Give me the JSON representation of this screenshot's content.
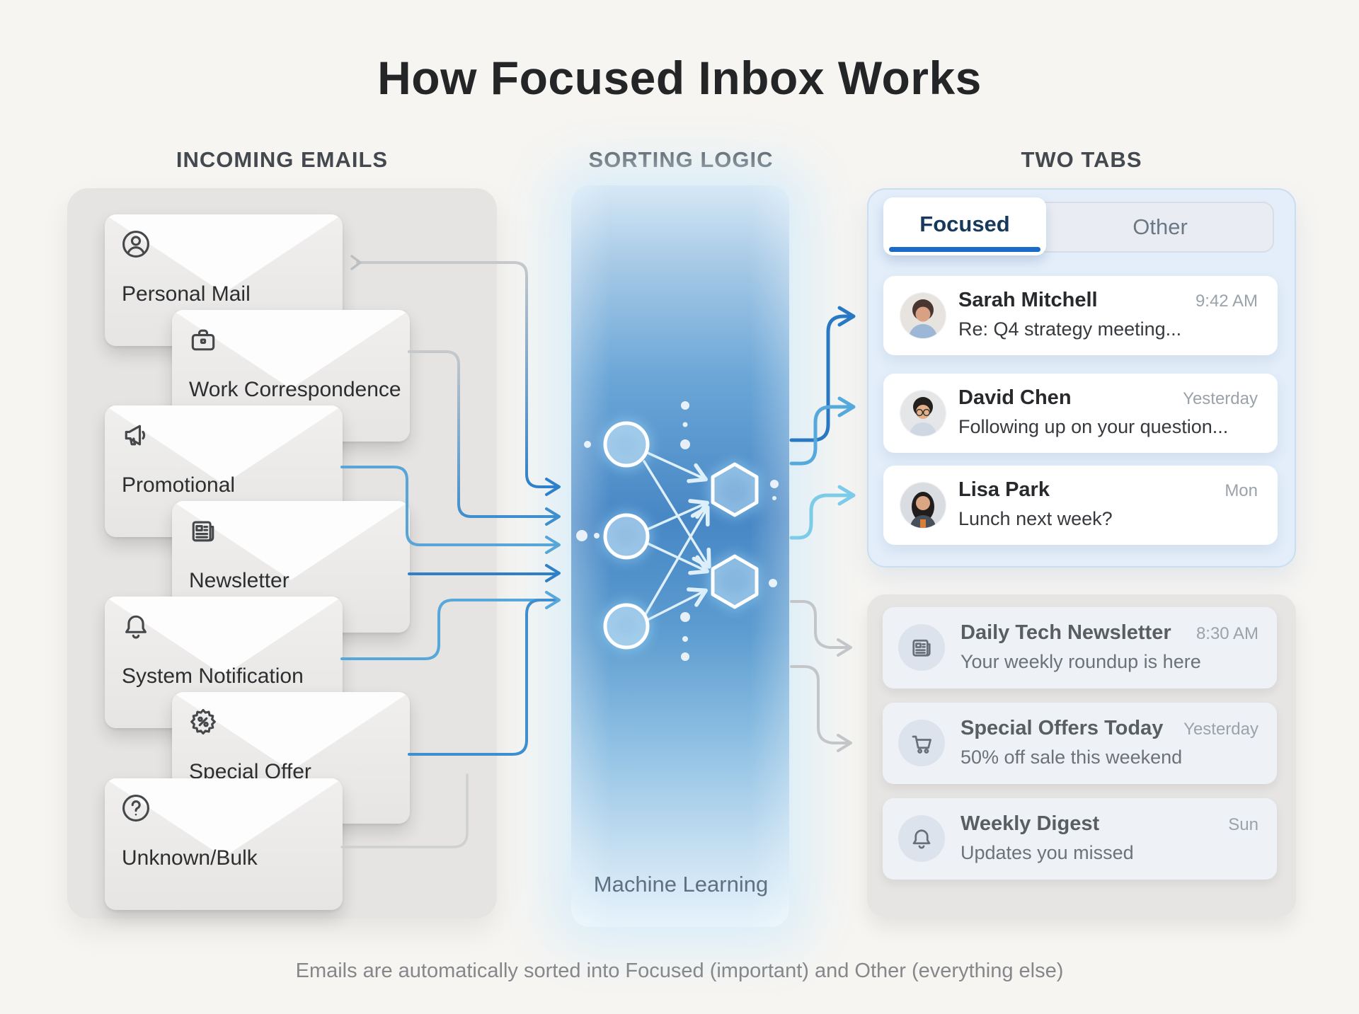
{
  "title": "How Focused Inbox Works",
  "columns": {
    "incoming": "INCOMING EMAILS",
    "sorting": "SORTING LOGIC",
    "tabs": "TWO TABS"
  },
  "incoming": {
    "items": [
      {
        "label": "Personal Mail",
        "icon": "person-icon"
      },
      {
        "label": "Work Correspondence",
        "icon": "briefcase-icon"
      },
      {
        "label": "Promotional",
        "icon": "megaphone-icon"
      },
      {
        "label": "Newsletter",
        "icon": "newspaper-icon"
      },
      {
        "label": "System Notification",
        "icon": "bell-icon"
      },
      {
        "label": "Special Offer",
        "icon": "discount-badge-icon"
      },
      {
        "label": "Unknown/Bulk",
        "icon": "question-icon"
      }
    ]
  },
  "sorting": {
    "caption": "Machine Learning"
  },
  "tabs": {
    "focused_label": "Focused",
    "other_label": "Other"
  },
  "focused_emails": [
    {
      "name": "Sarah Mitchell",
      "time": "9:42 AM",
      "preview": "Re: Q4 strategy meeting..."
    },
    {
      "name": "David Chen",
      "time": "Yesterday",
      "preview": "Following up on your question..."
    },
    {
      "name": "Lisa Park",
      "time": "Mon",
      "preview": "Lunch next week?"
    }
  ],
  "other_emails": [
    {
      "name": "Daily Tech Newsletter",
      "time": "8:30 AM",
      "preview": "Your weekly roundup is here",
      "icon": "newspaper-icon"
    },
    {
      "name": "Special Offers Today",
      "time": "Yesterday",
      "preview": "50% off sale this weekend",
      "icon": "cart-icon"
    },
    {
      "name": "Weekly Digest",
      "time": "Sun",
      "preview": "Updates you missed",
      "icon": "bell-icon"
    }
  ],
  "footer": "Emails are automatically sorted into Focused (important) and Other (everything else)",
  "colors": {
    "accent_blue": "#1b6ac6",
    "band_blue": "#4787c5",
    "arrow_blue": "#2f80c8",
    "arrow_gray": "#c3c6c9",
    "focused_panel_bg": "#e3eefa",
    "other_panel_bg": "#e6e5e3"
  }
}
